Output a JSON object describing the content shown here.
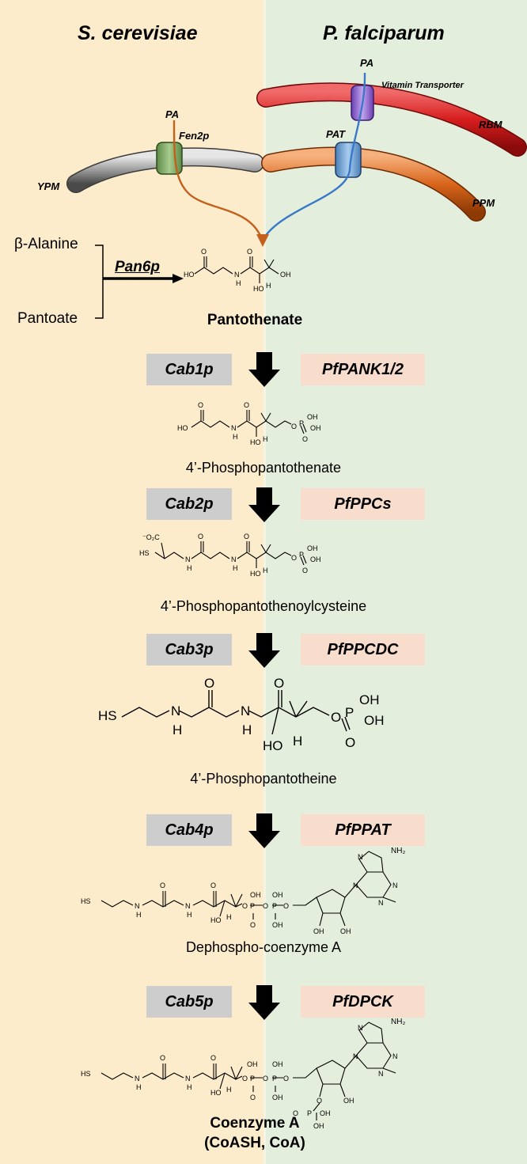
{
  "headers": {
    "left": "S. cerevisiae",
    "right": "P. falciparum"
  },
  "membranes": {
    "ypm": "YPM",
    "ppm": "PPM",
    "rbm": "RBM",
    "fen2p": "Fen2p",
    "pat": "PAT",
    "vitamin_transporter": "Vitamin Transporter",
    "pa_left": "PA",
    "pa_right": "PA",
    "colors": {
      "ypm": "#8c8c8c",
      "ppm": "#d9651b",
      "rbm": "#d61d1d",
      "fen2p": "#7fa863",
      "pat": "#6ba1d4",
      "vitamin_transporter": "#8b5fc9",
      "yeast_path": "#c2601c",
      "plasmodium_path": "#3a78c8"
    }
  },
  "biosynthesis": {
    "beta_alanine": "β-Alanine",
    "pantoate": "Pantoate",
    "pan6p": "Pan6p"
  },
  "compounds": {
    "pantothenate": "Pantothenate",
    "phosphopantothenate": "4’-Phosphopantothenate",
    "phosphopantothenoylcysteine": "4’-Phosphopantothenoylcysteine",
    "phosphopantetheine": "4’-Phosphopantotheine",
    "dephospho_coa": "Dephospho-coenzyme A",
    "coa": "Coenzyme A",
    "coa_sub": "(CoASH, CoA)"
  },
  "steps": [
    {
      "yeast": "Cab1p",
      "plasmodium": "PfPANK1/2"
    },
    {
      "yeast": "Cab2p",
      "plasmodium": "PfPPCs"
    },
    {
      "yeast": "Cab3p",
      "plasmodium": "PfPPCDC"
    },
    {
      "yeast": "Cab4p",
      "plasmodium": "PfPPAT"
    },
    {
      "yeast": "Cab5p",
      "plasmodium": "PfDPCK"
    }
  ],
  "atoms": {
    "ho": "HO",
    "oh": "OH",
    "o": "O",
    "n": "N",
    "h": "H",
    "p": "P",
    "hs": "HS",
    "s": "S",
    "nh2": "NH₂",
    "o2c": "⁻O₂C"
  },
  "colors": {
    "left_panel": "#fdeccb",
    "right_panel": "#e3efdc",
    "enzyme_yeast": "#cdcdcd",
    "enzyme_plasmodium": "#f8dccc"
  }
}
